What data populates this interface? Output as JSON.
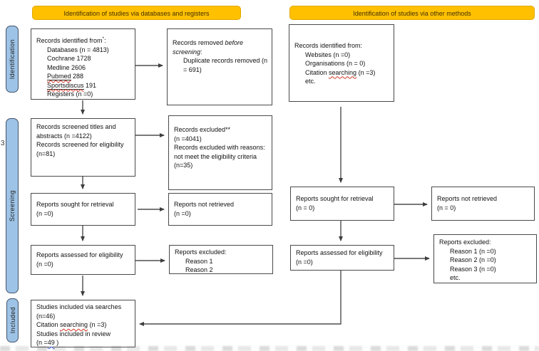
{
  "colors": {
    "header_bg": "#FFC000",
    "side_label_bg": "#9DC3E6",
    "box_border": "#4A4A4A",
    "arrow": "#4D4D4D",
    "misspell_wavy": "#D03425",
    "grammar_wavy": "#3B5BDB"
  },
  "headers": {
    "databases": "Identification of studies via databases and registers",
    "other": "Identification of studies via other methods"
  },
  "side_labels": {
    "identification": "Identification",
    "screening": "Screening",
    "included": "Included"
  },
  "margin_note": "3",
  "left": {
    "identified": {
      "title_pre": "Records identified from",
      "title_sup": "*",
      "title_post": ":",
      "databases": "Databases (n = 4813)",
      "cochrane": "Cochrane 1728",
      "medline": "Medline 2606",
      "pubmed_word": "Pubmed",
      "pubmed_rest": " 288",
      "sportsdiscus_word": "Sportsdiscus",
      "sportsdiscus_rest": " 191",
      "registers": "Registers (n =0)"
    },
    "removed": {
      "pre": "Records removed ",
      "italic": "before screening",
      "post": ":",
      "duplicate": "Duplicate records removed (n = 691)"
    },
    "screened": {
      "p1": "Records screened titles and abstracts (n =4122)",
      "p2": "Records screened for eligibility (n=81)"
    },
    "records_excluded": {
      "l1": "Records excluded**",
      "l2": "(n =4041)",
      "p2": "Records excluded with reasons: not meet the eligibility criteria (n=35)"
    },
    "sought": {
      "l1": "Reports sought for retrieval",
      "l2": "(n =0)"
    },
    "not_retrieved": {
      "l1": "Reports not retrieved",
      "l2": "(n =0)"
    },
    "assessed": {
      "l1": "Reports assessed for eligibility",
      "l2": "(n =0)"
    },
    "reports_excluded": {
      "title": "Reports excluded:",
      "reason1": "Reason 1",
      "reason2": "Reason 2"
    },
    "included_box": {
      "l1": "Studies included via searches",
      "l2": "(n=46)",
      "l3_pre": "Citation ",
      "l3_word": "searching",
      "l3_post": " (n =3)",
      "l4": "Studies included in review",
      "l5_pre": "(n =",
      "l5_wavy": "49",
      "l5_post": " )"
    }
  },
  "right": {
    "identified": {
      "title": "Records identified from:",
      "websites": "Websites (n =0)",
      "organisations": "Organisations (n = 0)",
      "citation_pre": "Citation ",
      "citation_word": "searching",
      "citation_post": " (n =3)",
      "etc": "etc."
    },
    "sought": {
      "l1": "Reports sought for retrieval",
      "l2": "(n = 0)"
    },
    "not_retrieved": {
      "l1": "Reports not retrieved",
      "l2": "(n = 0)"
    },
    "assessed": {
      "l1": "Reports assessed for eligibility",
      "l2": "(n =0)"
    },
    "excluded": {
      "title": "Reports excluded:",
      "reason1": "Reason 1 (n =0)",
      "reason2": "Reason 2 (n =0)",
      "reason3": "Reason 3 (n =0)",
      "etc": "etc."
    }
  }
}
